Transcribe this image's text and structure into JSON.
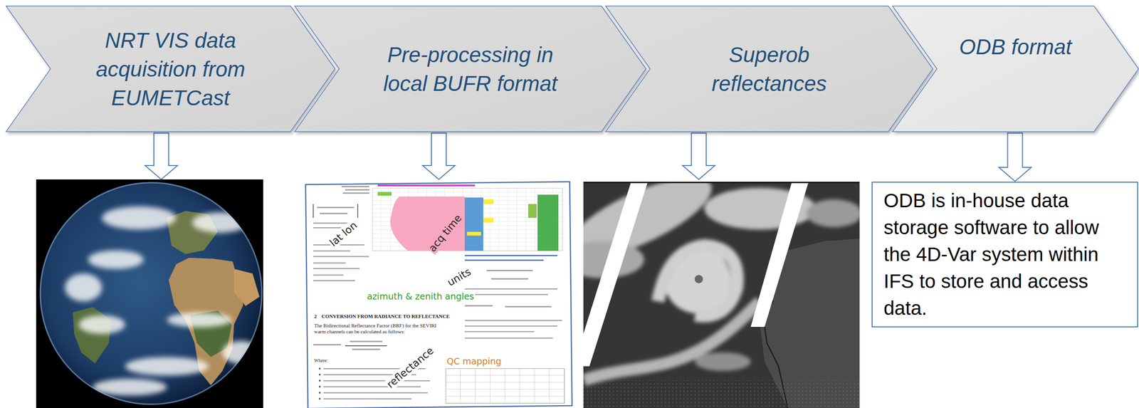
{
  "diagram": {
    "nodes": [
      {
        "text": [
          "NRT VIS data acquisition from EUMETCast"
        ]
      },
      {
        "text": [
          "Pre-processing in local BUFR format"
        ]
      },
      {
        "text": [
          "Superob reflectances"
        ]
      },
      {
        "text": [
          "ODB format"
        ]
      },
      {
        "text": [
          "ODB is in-house data storage software to allow the 4D-Var system within IFS to store and access data."
        ]
      }
    ],
    "edges": [
      {
        "from": 3,
        "to": 4,
        "arrow": "to"
      }
    ],
    "labels": [
      "lat lon",
      "acq time",
      "units",
      "azimuth & zenith angles",
      "2",
      "CONVERSION FROM RADIANCE TO REFLECTANCE",
      "The Bidirectional Reflectance Factor (BRF) for the SEVIRI warm channels can be calculated as follows:",
      "Where:",
      "reflectance",
      "QC mapping"
    ]
  }
}
